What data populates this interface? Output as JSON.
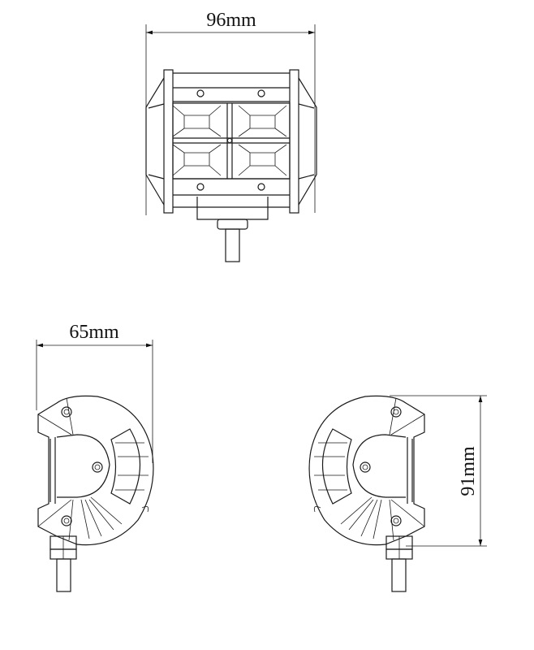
{
  "dimensions": {
    "width_label": "96mm",
    "depth_label": "65mm",
    "height_label": "91mm"
  },
  "views": [
    "front-view",
    "left-side-view",
    "right-side-view"
  ],
  "colors": {
    "line": "#1a1a1a",
    "background": "#ffffff"
  }
}
